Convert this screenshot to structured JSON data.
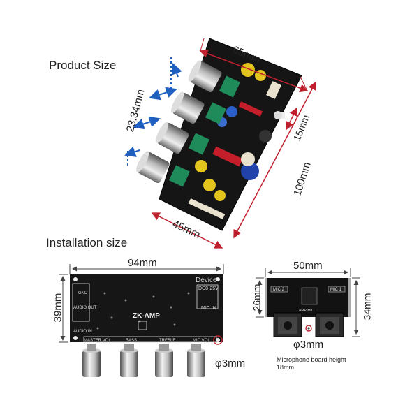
{
  "headers": {
    "product_size": "Product Size",
    "installation_size": "Installation size"
  },
  "product_dims": {
    "top_width": "65mm",
    "knob_spacing": "23.34mm",
    "height_side": "100mm",
    "bottom_width": "45mm",
    "small_gap": "15mm"
  },
  "main_board": {
    "width": "94mm",
    "height": "39mm",
    "hole": "φ3mm",
    "silk": {
      "brand": "ZK-AMP",
      "device": "Device",
      "power": "DC8-25V",
      "audio_out": "AUDIO OUT",
      "audio_in": "AUDIO IN",
      "mic_in": "MIC IN",
      "gnd": "GND",
      "bottom_labels": [
        "MASTER VOL",
        "BASS",
        "TREBLE",
        "MIC VOL"
      ]
    }
  },
  "mic_board": {
    "width": "50mm",
    "height_left": "26mm",
    "height_right": "34mm",
    "hole": "φ3mm",
    "note_line1": "Microphone board height",
    "note_line2": "18mm",
    "labels": [
      "MIC 2",
      "MIC 1",
      "AMP-MIC"
    ]
  }
}
